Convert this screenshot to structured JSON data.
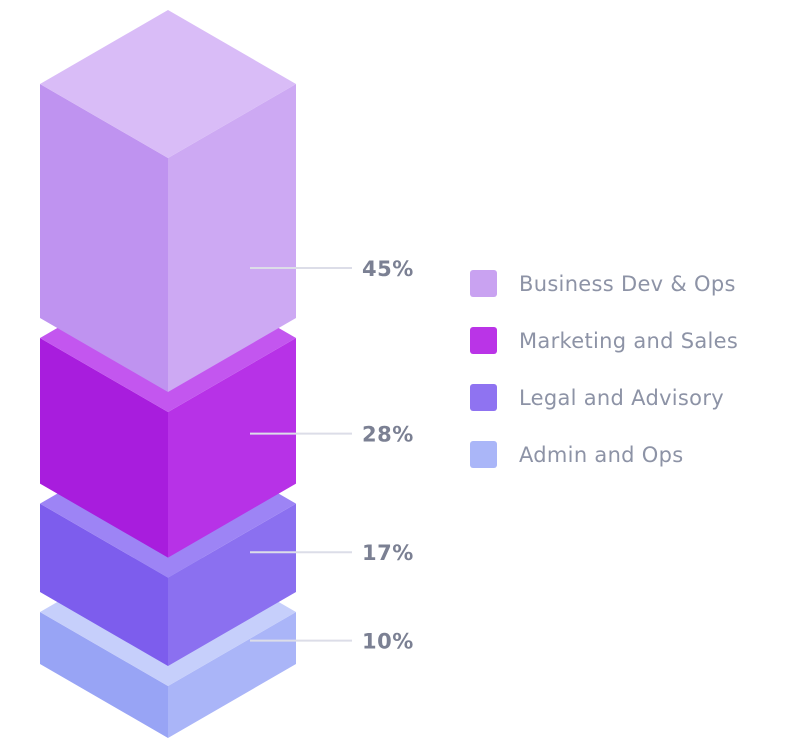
{
  "chart_data": {
    "type": "bar",
    "variant": "isometric-3d-stacked-column",
    "orientation": "vertical",
    "title": "",
    "categories": [
      "Business Dev & Ops",
      "Marketing and Sales",
      "Legal and Advisory",
      "Admin and Ops"
    ],
    "values": [
      45,
      28,
      17,
      10
    ],
    "value_labels": [
      "45%",
      "28%",
      "17%",
      "10%"
    ],
    "unit": "%",
    "legend_position": "right",
    "grid": false,
    "background": "#ffffff",
    "value_text_color": "#7b8093",
    "legend_text_color": "#8d93a6",
    "leader_line_color": "#dcdde8",
    "colors": [
      {
        "top": "#d9bcf7",
        "left": "#bf93f0",
        "right": "#cda9f3",
        "legend": "#c9a2f1"
      },
      {
        "top": "#c356ef",
        "left": "#a81ddd",
        "right": "#b732e7",
        "legend": "#ba34e7"
      },
      {
        "top": "#9d84f5",
        "left": "#7d5ded",
        "right": "#8b70f0",
        "legend": "#8f73f1"
      },
      {
        "top": "#c6cffb",
        "left": "#98a4f5",
        "right": "#aab5f8",
        "legend": "#aab6f8"
      }
    ]
  }
}
